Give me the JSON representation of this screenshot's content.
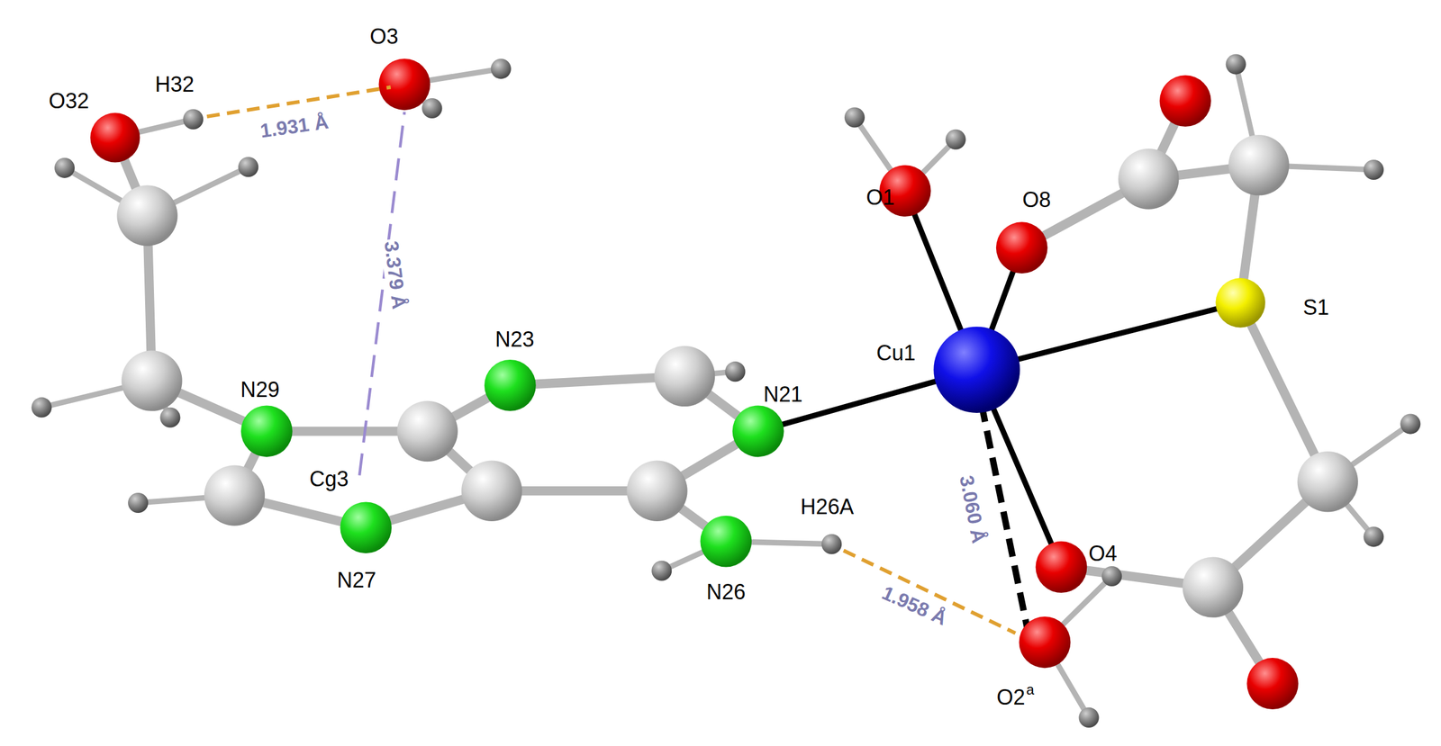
{
  "diagram": {
    "labels": [
      "O32",
      "H32",
      "1.931 Å",
      "O3",
      "3.379 Å",
      "N23",
      "N29",
      "Cg3",
      "N27",
      "N21",
      "Cu1",
      "N26",
      "H26A",
      "1.958 Å",
      "3.060 Å",
      "O1",
      "O8",
      "S1",
      "O4",
      "O2",
      "a"
    ]
  }
}
